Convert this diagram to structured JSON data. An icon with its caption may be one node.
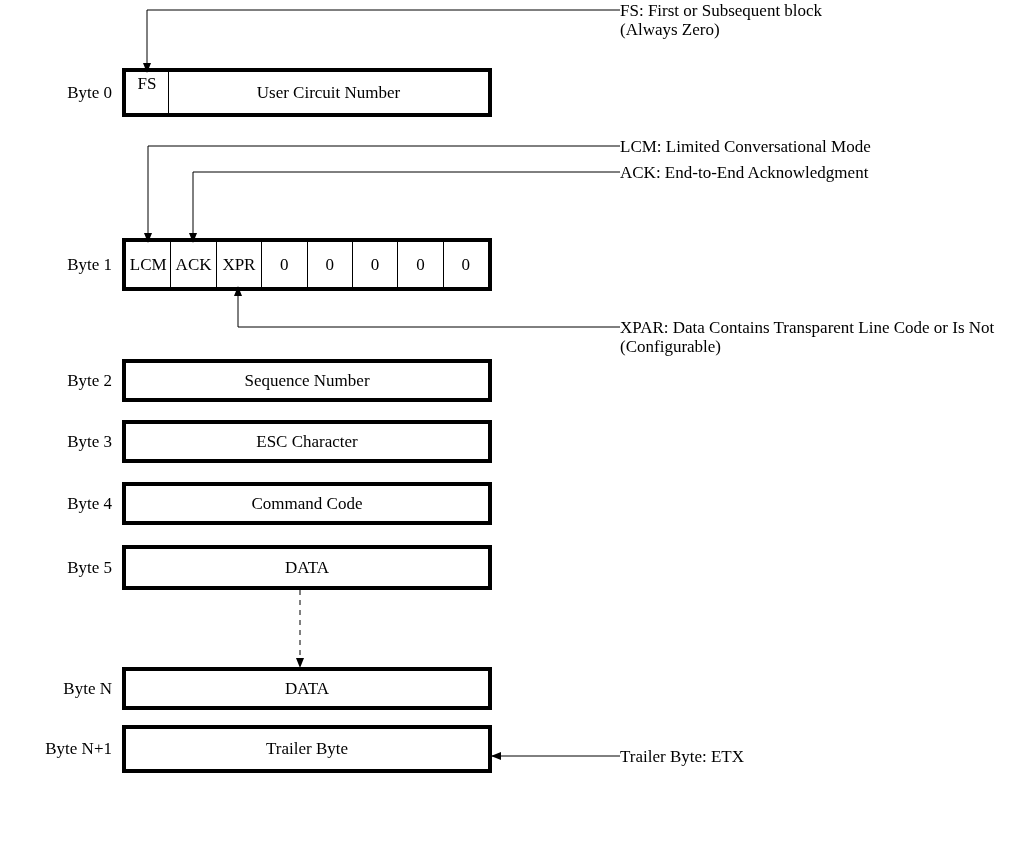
{
  "diagram": {
    "nodes": [
      {
        "text": [
          "Byte 0"
        ]
      },
      {
        "text": [
          "FS"
        ],
        "in": 0
      },
      {
        "text": [
          "User Circuit Number"
        ],
        "in": 0
      },
      {
        "text": [
          "Byte 1"
        ]
      },
      {
        "text": [
          "LCM"
        ],
        "in": 3
      },
      {
        "text": [
          "ACK"
        ],
        "in": 3
      },
      {
        "text": [
          "XPR"
        ],
        "in": 3
      },
      {
        "text": [
          "0"
        ],
        "in": 3
      },
      {
        "text": [
          "0"
        ],
        "in": 3
      },
      {
        "text": [
          "0"
        ],
        "in": 3
      },
      {
        "text": [
          "0"
        ],
        "in": 3
      },
      {
        "text": [
          "0"
        ],
        "in": 3
      },
      {
        "text": [
          "Byte 2",
          "Sequence Number"
        ]
      },
      {
        "text": [
          "Byte 3",
          "ESC Character"
        ]
      },
      {
        "text": [
          "Byte 4",
          "Command Code"
        ]
      },
      {
        "text": [
          "Byte 5",
          "DATA"
        ]
      },
      {
        "text": [
          "Byte N",
          "DATA"
        ]
      },
      {
        "text": [
          "Byte N+1",
          "Trailer Byte"
        ]
      },
      {
        "text": [
          "FS: First or Subsequent block (Always Zero)"
        ]
      },
      {
        "text": [
          "LCM: Limited Conversational Mode"
        ]
      },
      {
        "text": [
          "ACK: End-to-End Acknowledgment"
        ]
      },
      {
        "text": [
          "XPAR: Data Contains Transparent Line Code or Is Not (Configurable)"
        ]
      },
      {
        "text": [
          "Trailer Byte: ETX"
        ]
      }
    ],
    "edges": [
      {
        "from": 18,
        "to": 1,
        "arrow": "to"
      },
      {
        "from": 19,
        "to": 4,
        "arrow": "to"
      },
      {
        "from": 20,
        "to": 5,
        "arrow": "to"
      },
      {
        "from": 21,
        "to": 6,
        "arrow": "to"
      },
      {
        "from": 22,
        "to": 17,
        "arrow": "to"
      },
      {
        "from": 15,
        "to": 16,
        "arrow": "to",
        "style": "dashed"
      }
    ]
  }
}
